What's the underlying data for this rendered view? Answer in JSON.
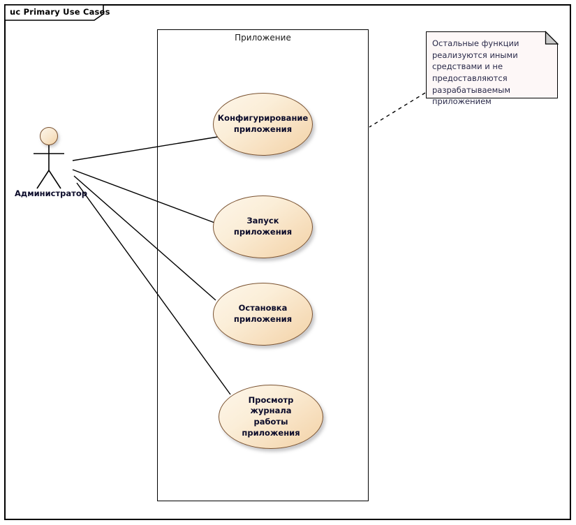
{
  "frame": {
    "label": "uc Primary Use Cases"
  },
  "boundary": {
    "title": "Приложение"
  },
  "actor": {
    "name": "Администратор",
    "icon": "actor-stick-figure"
  },
  "use_cases": [
    {
      "id": "configure",
      "label": "Конфигурирование\nприложения"
    },
    {
      "id": "start",
      "label": "Запуск приложения"
    },
    {
      "id": "stop",
      "label": "Остановка\nприложения"
    },
    {
      "id": "viewlog",
      "label": "Просмотр журнала\nработы приложения"
    }
  ],
  "note": {
    "text": "Остальные функции реализуются иными средствами и не предоставляются разрабатываемым приложением"
  },
  "colors": {
    "usecase_fill_light": "#fdf6ea",
    "usecase_fill_dark": "#f2d2a6",
    "usecase_border": "#7a5230",
    "note_fill": "#fdf7f7",
    "note_fold": "#c9c9c9",
    "line": "#000000",
    "text": "#0b0b2a"
  }
}
